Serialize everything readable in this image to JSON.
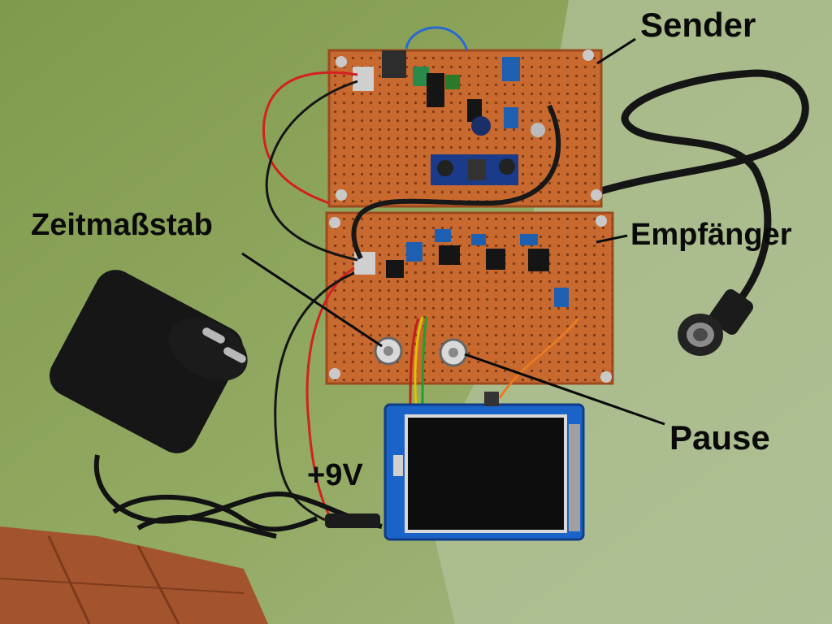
{
  "labels": {
    "sender": "Sender",
    "empfaenger": "Empfänger",
    "zeitmassstab": "Zeitmaßstab",
    "pause": "Pause",
    "voltage": "+9V"
  }
}
